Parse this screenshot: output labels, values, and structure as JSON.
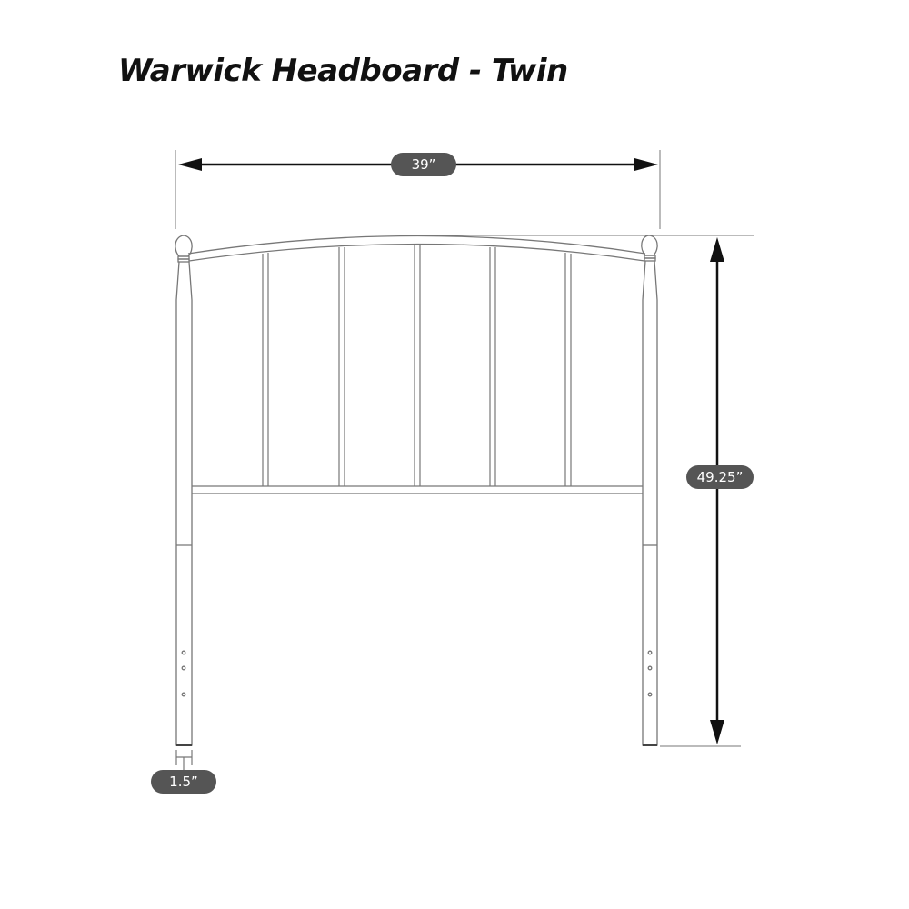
{
  "title": "Warwick Headboard - Twin",
  "dimensions": {
    "width": {
      "label": "39”",
      "value_in": 39
    },
    "height": {
      "label": "49.25”",
      "value_in": 49.25
    },
    "post_width": {
      "label": "1.5”",
      "value_in": 1.5
    }
  },
  "colors": {
    "line": "#777777",
    "arrow": "#111111",
    "pill_bg": "#555555",
    "pill_text": "#ffffff"
  },
  "drawing": {
    "spindle_count": 5,
    "posts": 2,
    "mounting_holes_per_post": 3
  }
}
